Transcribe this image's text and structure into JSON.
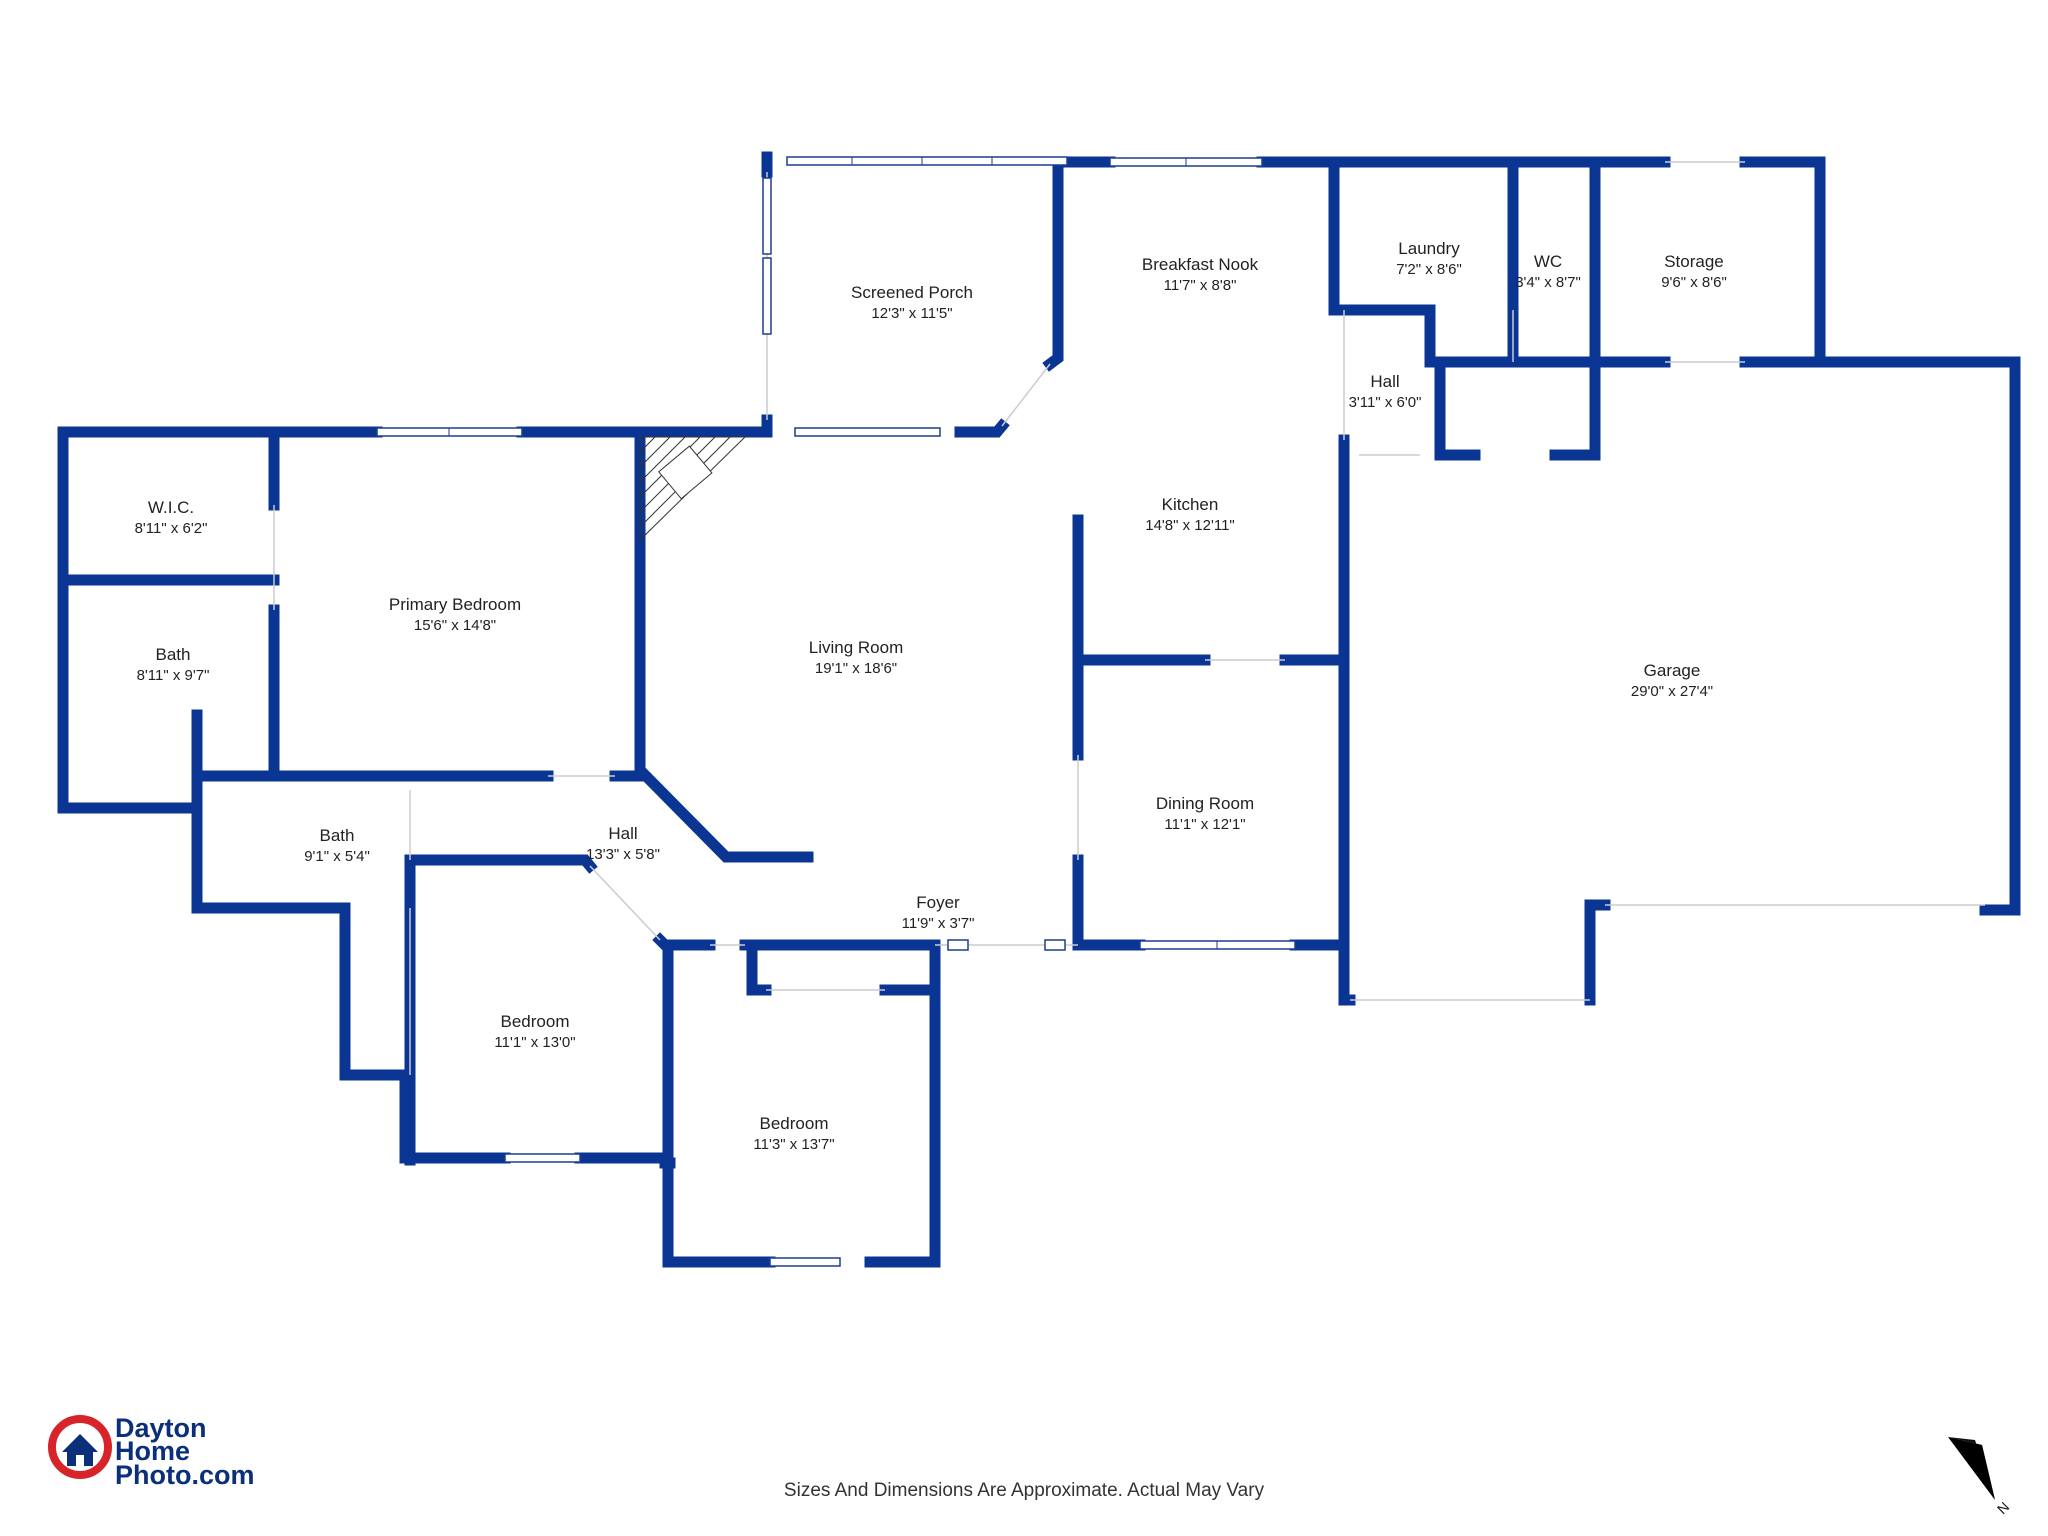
{
  "rooms": [
    {
      "id": "screened-porch",
      "name": "Screened Porch",
      "dims": "12'3\" x 11'5\""
    },
    {
      "id": "breakfast-nook",
      "name": "Breakfast Nook",
      "dims": "11'7\" x 8'8\""
    },
    {
      "id": "laundry",
      "name": "Laundry",
      "dims": "7'2\" x 8'6\""
    },
    {
      "id": "wc",
      "name": "WC",
      "dims": "3'4\" x 8'7\""
    },
    {
      "id": "storage",
      "name": "Storage",
      "dims": "9'6\" x 8'6\""
    },
    {
      "id": "hall-upper",
      "name": "Hall",
      "dims": "3'11\" x 6'0\""
    },
    {
      "id": "wic",
      "name": "W.I.C.",
      "dims": "8'11\" x 6'2\""
    },
    {
      "id": "primary-bedroom",
      "name": "Primary Bedroom",
      "dims": "15'6\" x 14'8\""
    },
    {
      "id": "kitchen",
      "name": "Kitchen",
      "dims": "14'8\" x 12'11\""
    },
    {
      "id": "bath-primary",
      "name": "Bath",
      "dims": "8'11\" x 9'7\""
    },
    {
      "id": "living-room",
      "name": "Living Room",
      "dims": "19'1\" x 18'6\""
    },
    {
      "id": "garage",
      "name": "Garage",
      "dims": "29'0\" x 27'4\""
    },
    {
      "id": "dining-room",
      "name": "Dining Room",
      "dims": "11'1\" x 12'1\""
    },
    {
      "id": "bath-hall",
      "name": "Bath",
      "dims": "9'1\" x 5'4\""
    },
    {
      "id": "hall-lower",
      "name": "Hall",
      "dims": "13'3\" x 5'8\""
    },
    {
      "id": "foyer",
      "name": "Foyer",
      "dims": "11'9\" x 3'7\""
    },
    {
      "id": "bedroom-1",
      "name": "Bedroom",
      "dims": "11'1\" x 13'0\""
    },
    {
      "id": "bedroom-2",
      "name": "Bedroom",
      "dims": "11'3\" x 13'7\""
    }
  ],
  "logo": {
    "line1": "Dayton",
    "line2": "Home",
    "line3": "Photo.com"
  },
  "compass": {
    "label": "N"
  },
  "disclaimer": "Sizes And Dimensions Are Approximate. Actual May Vary"
}
